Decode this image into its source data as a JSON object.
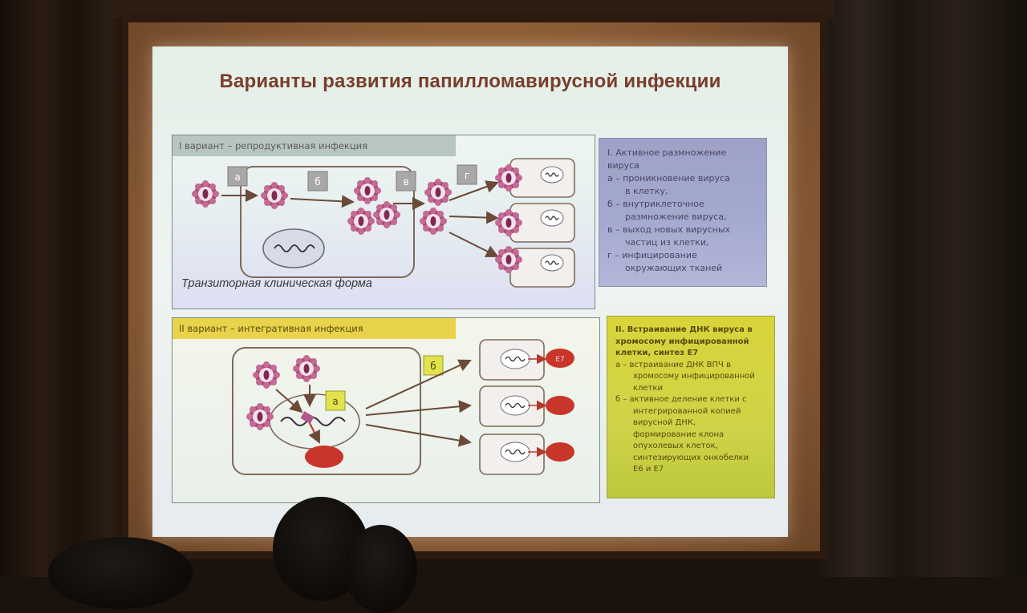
{
  "slide": {
    "title": "Варианты развития папилломавирусной инфекции"
  },
  "panel_1": {
    "header": "I вариант – репродуктивная инфекция",
    "caption": "Транзиторная клиническая форма",
    "step_labels": [
      "а",
      "б",
      "в",
      "г"
    ]
  },
  "panel_2": {
    "header": "II вариант – интегративная инфекция",
    "step_labels": [
      "а",
      "б"
    ],
    "protein_label": "Е7"
  },
  "info_1": {
    "lines": [
      "I. Активное размножение",
      "вируса",
      "а – проникновение вируса",
      "в клетку,",
      "б – внутриклеточное",
      "размножение вируса,",
      "в – выход новых вирусных",
      "частиц из клетки,",
      "г – инфицирование",
      "окружающих тканей"
    ]
  },
  "info_2": {
    "lines": [
      "II. Встраивание ДНК вируса в",
      "хромосому инфицированной",
      "клетки, синтез Е7",
      "а – встраивание ДНК ВПЧ в",
      "хромосому инфицированной",
      "клетки",
      "б – активное деление клетки с",
      "интегрированной копией",
      "вирусной ДНК,",
      "формирование клона",
      "опухолевых клеток,",
      "синтезирующих онкобелки",
      "Е6 и Е7"
    ]
  },
  "colors": {
    "title": "#7a3d2c",
    "virus": "#9a3e6a",
    "protein": "#c8362b",
    "panel_1_header": "#b7c6bf",
    "panel_2_header": "#e8d34b",
    "info_1_bg": "#a3a8cf",
    "info_2_bg": "#cfd347"
  }
}
